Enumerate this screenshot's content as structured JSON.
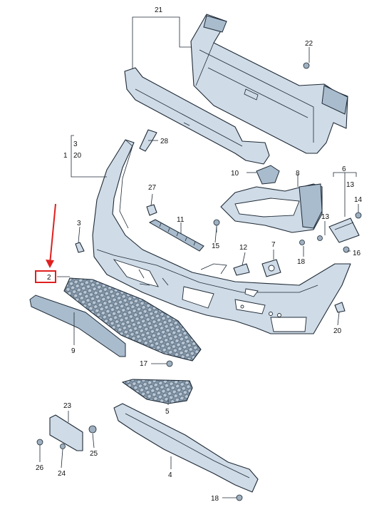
{
  "callouts": {
    "c1": "1",
    "c2": "2",
    "c3a": "3",
    "c3b": "3",
    "c4": "4",
    "c5": "5",
    "c6": "6",
    "c7": "7",
    "c8": "8",
    "c9": "9",
    "c10": "10",
    "c11": "11",
    "c12": "12",
    "c13a": "13",
    "c13b": "13",
    "c14": "14",
    "c15": "15",
    "c16": "16",
    "c17": "17",
    "c18a": "18",
    "c18b": "18",
    "c20a": "20",
    "c20b": "20",
    "c21": "21",
    "c22": "22",
    "c23": "23",
    "c24": "24",
    "c25": "25",
    "c26": "26",
    "c27": "27",
    "c28": "28"
  },
  "highlight": {
    "color": "#e02020",
    "target": "2"
  }
}
